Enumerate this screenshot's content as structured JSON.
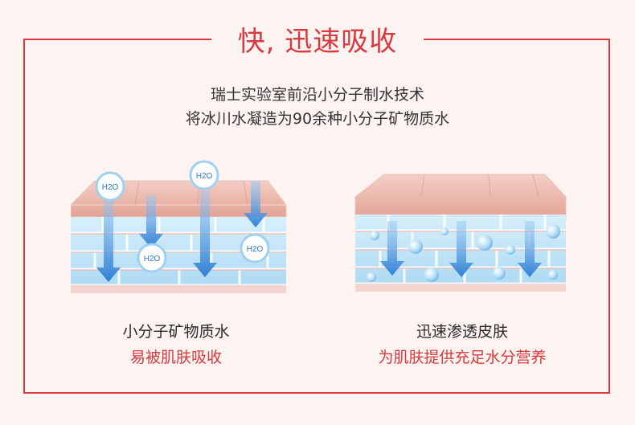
{
  "header": {
    "title": "快, 迅速吸收",
    "subtitle_line1": "瑞士实验室前沿小分子制水技术",
    "subtitle_line2": "将冰川水凝造为90余种小分子矿物质水"
  },
  "left_panel": {
    "molecule_labels": [
      "H2O",
      "H2O",
      "H2O",
      "H2O"
    ],
    "caption_line1": "小分子矿物质水",
    "caption_line2": "易被肌肤吸收"
  },
  "right_panel": {
    "caption_line1": "迅速渗透皮肤",
    "caption_line2": "为肌肤提供充足水分营养"
  },
  "colors": {
    "accent": "#d9393f",
    "background": "#fdf3f1",
    "arrow": "#3f8ee0",
    "skin_top": "#eab3a6",
    "skin_band": "#bfe3f7"
  }
}
